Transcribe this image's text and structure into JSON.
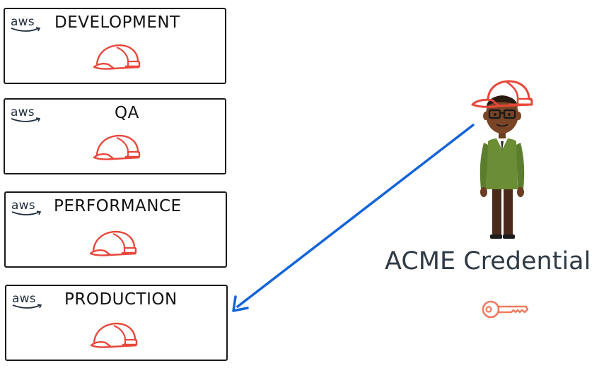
{
  "environments": [
    {
      "label": "DEVELOPMENT",
      "logo": "aws"
    },
    {
      "label": "QA",
      "logo": "aws"
    },
    {
      "label": "PERFORMANCE",
      "logo": "aws"
    },
    {
      "label": "PRODUCTION",
      "logo": "aws"
    }
  ],
  "credential": {
    "label": "ACME Credential",
    "icon": "key-icon"
  },
  "colors": {
    "hat": "#e8473a",
    "arrow": "#1565d8",
    "key": "#f07a5e",
    "text": "#2e3a45"
  }
}
